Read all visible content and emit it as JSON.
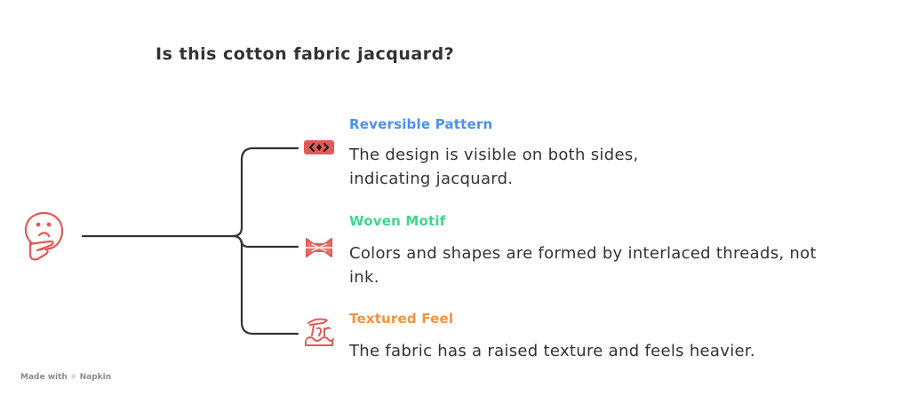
{
  "title": "Is this cotton fabric jacquard?",
  "root": {
    "icon": "thinking-face-icon"
  },
  "branches": [
    {
      "heading": "Reversible Pattern",
      "color": "#4a90f0",
      "icon": "reversible-arrows-icon",
      "description_lines": [
        "The design is visible on both sides,",
        "indicating jacquard."
      ]
    },
    {
      "heading": "Woven Motif",
      "color": "#3dd68c",
      "icon": "woven-threads-icon",
      "description_lines": [
        "Colors and shapes are formed by interlaced threads, not",
        "ink."
      ]
    },
    {
      "heading": "Textured Feel",
      "color": "#f5923e",
      "icon": "textured-surface-icon",
      "description_lines": [
        "The fabric has a raised texture and feels heavier."
      ]
    }
  ],
  "colors": {
    "icon": "#e05a57",
    "text": "#333333",
    "line": "#333333",
    "footer": "#8a8a8a"
  },
  "footer": "Made with ✧ Napkin"
}
